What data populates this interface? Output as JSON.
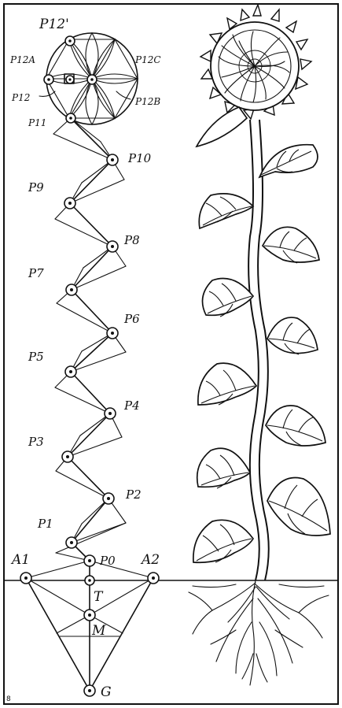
{
  "figure": {
    "page_number": "8",
    "labels": {
      "P12_top": "P12'",
      "P12A": "P12A",
      "P12C": "P12C",
      "P12": "P12",
      "P12B": "P12B",
      "P11": "P11",
      "P10": "P10",
      "P9": "P9",
      "P8": "P8",
      "P7": "P7",
      "P6": "P6",
      "P5": "P5",
      "P4": "P4",
      "P3": "P3",
      "P2": "P2",
      "P1": "P1",
      "P0": "P0",
      "A1": "A1",
      "A2": "A2",
      "T": "T",
      "M": "M",
      "G": "G"
    }
  }
}
